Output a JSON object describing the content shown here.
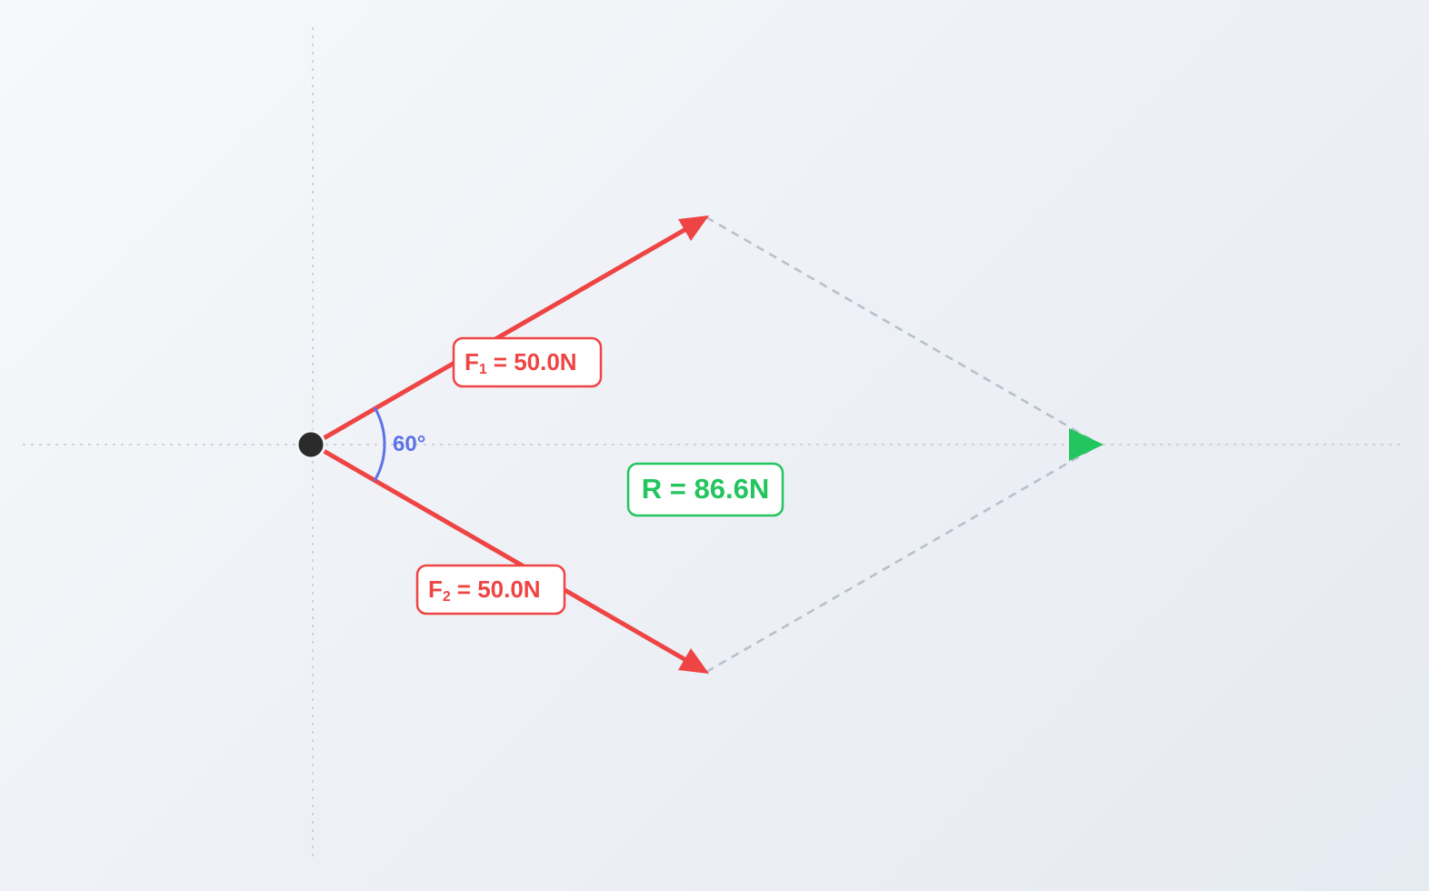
{
  "forces": {
    "f1": {
      "symbol": "F",
      "subscript": "1",
      "value_text": "= 50.0N",
      "magnitude": 50.0,
      "unit": "N",
      "color": "#ef4444"
    },
    "f2": {
      "symbol": "F",
      "subscript": "2",
      "value_text": "= 50.0N",
      "magnitude": 50.0,
      "unit": "N",
      "color": "#ef4444"
    },
    "resultant": {
      "text": "R = 86.6N",
      "magnitude": 86.6,
      "unit": "N",
      "color": "#22c55e"
    }
  },
  "angle": {
    "text": "60°",
    "degrees": 60,
    "color": "#5b73e8"
  },
  "colors": {
    "parallelogram": "#b8c0cc",
    "axis": "#cfd3d9",
    "origin": "#2b2b2b"
  }
}
